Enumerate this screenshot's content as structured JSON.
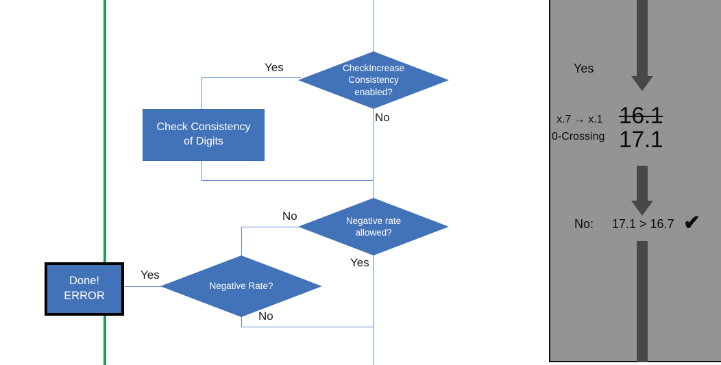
{
  "flowchart": {
    "nodes": [
      {
        "id": "check-increase-consistency",
        "type": "decision",
        "label": "CheckIncrease\nConsistency\nenabled?"
      },
      {
        "id": "check-consistency-of-digits",
        "type": "process",
        "label": "Check Consistency\nof Digits"
      },
      {
        "id": "negative-rate-allowed",
        "type": "decision",
        "label": "Negative rate\nallowed?"
      },
      {
        "id": "negative-rate",
        "type": "decision",
        "label": "Negative Rate?"
      },
      {
        "id": "done-error",
        "type": "terminator",
        "label_line1": "Done!",
        "label_line2": "ERROR"
      }
    ],
    "edge_labels": {
      "check_increase_yes": "Yes",
      "check_increase_no": "No",
      "negative_rate_allowed_no": "No",
      "negative_rate_allowed_yes": "Yes",
      "negative_rate_yes": "Yes",
      "negative_rate_no": "No"
    },
    "colors": {
      "shape_fill": "#4272B8",
      "connector": "#5B89C4",
      "green_rule": "#1E9E54",
      "terminator_border": "#000000"
    }
  },
  "panel": {
    "background": "#949494",
    "arrow_color": "#474747",
    "top_label": "Yes",
    "rows": [
      {
        "caption": "x.7 → x.1",
        "value": "16.1",
        "struck": true
      },
      {
        "caption": "0-Crossing",
        "value": "17.1",
        "struck": false
      }
    ],
    "result": {
      "prefix": "No:",
      "comparison": "17.1 > 16.7",
      "mark": "✔"
    }
  }
}
